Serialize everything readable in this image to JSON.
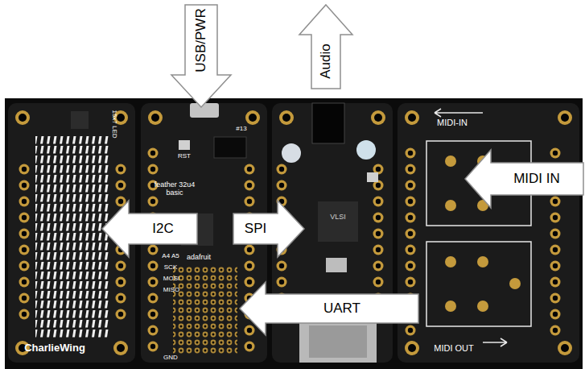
{
  "diagram": {
    "nodes": [
      {
        "text": [
          "15x7 LED",
          "CharlieWing"
        ]
      },
      {
        "text": [
          "feather 32u4 basic",
          "adafruit"
        ]
      },
      {
        "text": [
          "VLSI"
        ]
      },
      {
        "text": [
          "MIDI-IN",
          "MIDI OUT"
        ]
      }
    ],
    "edges": [
      {
        "from": 1,
        "to": 0,
        "arrow": "to",
        "label": "I2C"
      },
      {
        "from": 1,
        "to": 2,
        "arrow": "to",
        "label": "SPI"
      },
      {
        "from": 3,
        "to": 1,
        "arrow": "to",
        "label": "UART"
      }
    ],
    "labels": [
      "USB/PWR",
      "Audio",
      "MIDI IN",
      "RST",
      "#13",
      "A4 A5",
      "SCK",
      "MOSI",
      "MISO",
      "GND"
    ]
  }
}
